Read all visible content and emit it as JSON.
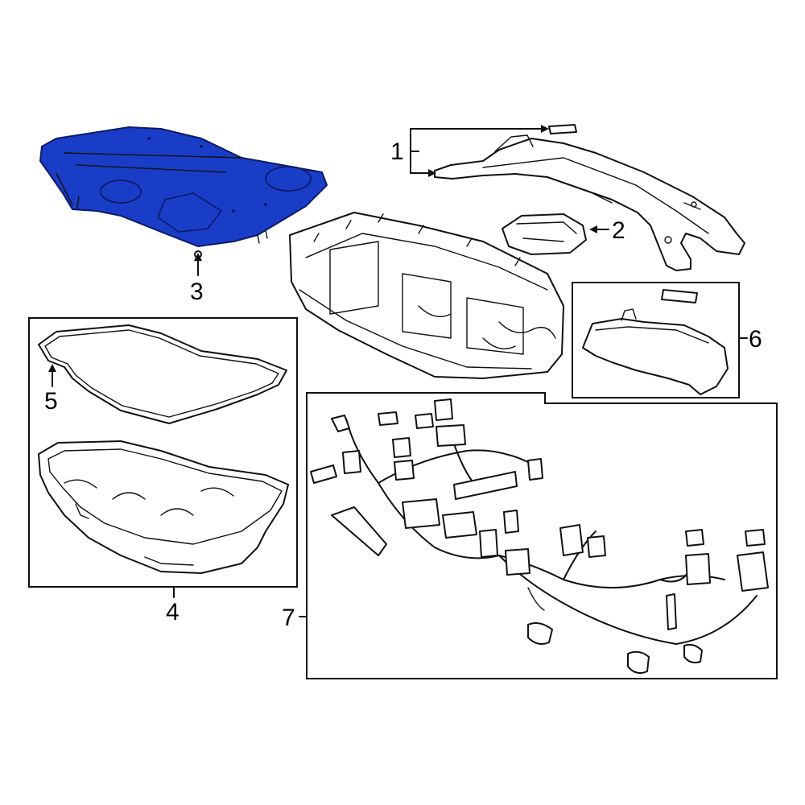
{
  "callouts": [
    {
      "id": "1",
      "text": "1"
    },
    {
      "id": "2",
      "text": "2"
    },
    {
      "id": "3",
      "text": "3"
    },
    {
      "id": "4",
      "text": "4"
    },
    {
      "id": "5",
      "text": "5"
    },
    {
      "id": "6",
      "text": "6"
    },
    {
      "id": "7",
      "text": "7"
    }
  ],
  "colors": {
    "highlight_part": "#1a3dc8",
    "line": "#111111",
    "background": "#ffffff"
  },
  "highlighted_callout": "3"
}
